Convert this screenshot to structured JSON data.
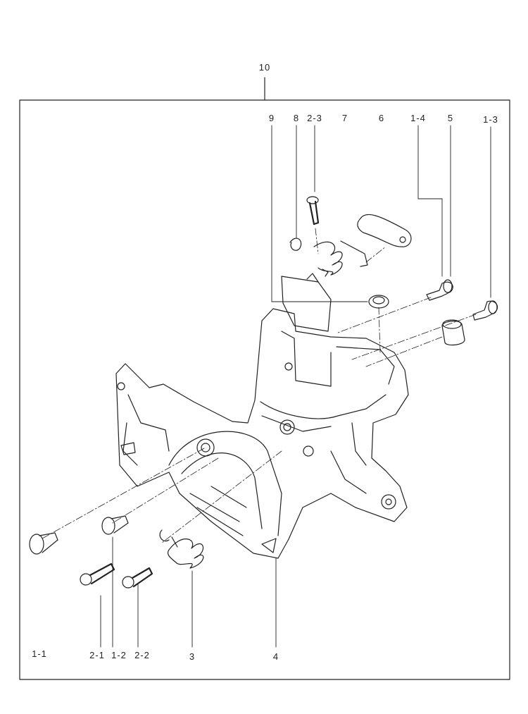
{
  "diagram": {
    "assembly_label": "10",
    "parts": [
      {
        "id": "p9",
        "label": "9"
      },
      {
        "id": "p8",
        "label": "8"
      },
      {
        "id": "p23",
        "label": "2-3"
      },
      {
        "id": "p7",
        "label": "7"
      },
      {
        "id": "p6",
        "label": "6"
      },
      {
        "id": "p14",
        "label": "1-4"
      },
      {
        "id": "p5",
        "label": "5"
      },
      {
        "id": "p13",
        "label": "1-3"
      },
      {
        "id": "p11",
        "label": "1-1"
      },
      {
        "id": "p21",
        "label": "2-1"
      },
      {
        "id": "p12",
        "label": "1-2"
      },
      {
        "id": "p22",
        "label": "2-2"
      },
      {
        "id": "p3",
        "label": "3"
      },
      {
        "id": "p4",
        "label": "4"
      }
    ]
  }
}
